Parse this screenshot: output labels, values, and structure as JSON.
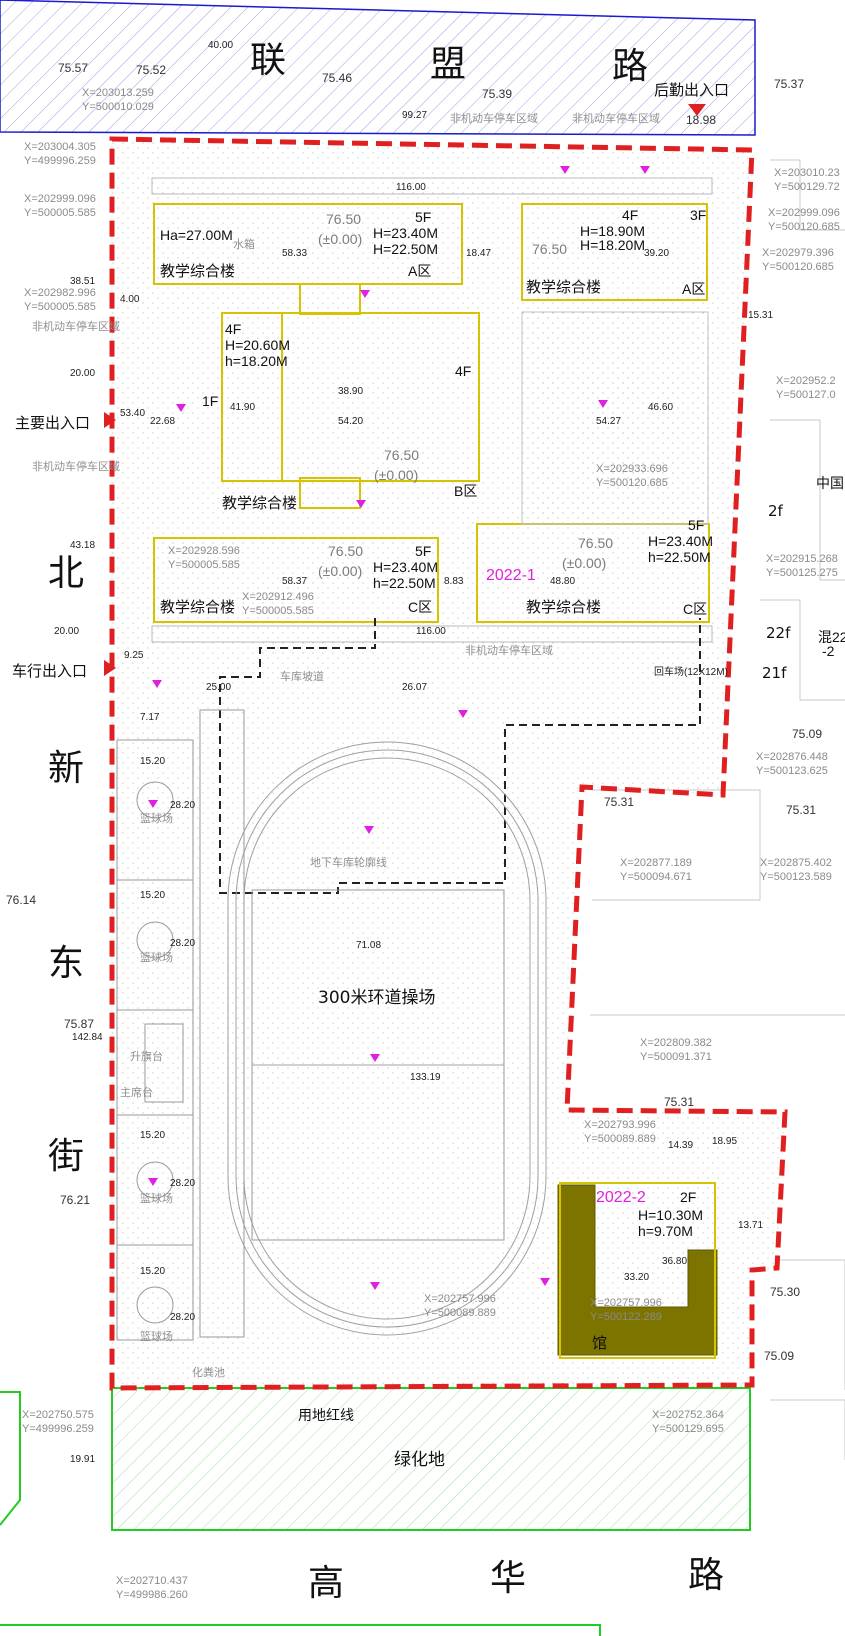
{
  "roads": {
    "north": [
      "联",
      "盟",
      "路"
    ],
    "west": [
      "北",
      "新",
      "东",
      "街"
    ],
    "south": [
      "高",
      "华",
      "路"
    ]
  },
  "entrances": {
    "service": "后勤出入口",
    "main": "主要出入口",
    "vehicle": "车行出入口"
  },
  "buildings": {
    "a_west": {
      "name": "教学综合楼",
      "zone": "A区",
      "floors": "5F",
      "ha": "Ha=27.00M",
      "H": "H=23.40M",
      "h": "H=22.50M",
      "elev": "76.50",
      "zero": "(±0.00)"
    },
    "a_east": {
      "name": "教学综合楼",
      "zone": "A区",
      "floors": "4F",
      "floors2": "3F",
      "H": "H=18.90M",
      "h": "H=18.20M",
      "elev": "76.50"
    },
    "b_west": {
      "name": "教学综合楼",
      "floors": "4F",
      "floors2": "1F",
      "H": "H=20.60M",
      "h": "h=18.20M"
    },
    "b": {
      "zone": "B区",
      "floors": "4F",
      "elev": "76.50",
      "zero": "(±0.00)"
    },
    "c_west": {
      "name": "教学综合楼",
      "zone": "C区",
      "floors": "5F",
      "H": "H=23.40M",
      "h": "h=22.50M",
      "elev": "76.50",
      "zero": "(±0.00)"
    },
    "c_east": {
      "name": "教学综合楼",
      "zone": "C区",
      "floors": "5F",
      "H": "H=23.40M",
      "h": "h=22.50M",
      "elev": "76.50",
      "zero": "(±0.00)",
      "phase": "2022-1"
    },
    "gym": {
      "phase": "2022-2",
      "floors": "2F",
      "H": "H=10.30M",
      "h": "h=9.70M",
      "part": "馆"
    }
  },
  "facilities": {
    "track": "300米环道操场",
    "courts": [
      "篮球场",
      "篮球场",
      "篮球场",
      "篮球场"
    ],
    "court_w": [
      "15.20",
      "15.20",
      "15.20",
      "15.20"
    ],
    "court_h": [
      "28.20",
      "28.20",
      "28.20",
      "28.20"
    ],
    "green": "绿化地",
    "red_line": "用地红线",
    "garage_line": "地下车库轮廓线",
    "flag": "升旗台",
    "stage": "主席台",
    "septic": "化粪池",
    "bike_parking": "非机动车停车区域",
    "water": "水箱",
    "ramp": "车库坡道",
    "bike_yard": "回车场(12X12M)"
  },
  "dimensions": {
    "track_w": "71.08",
    "track_h": "133.19",
    "site_h": "142.84",
    "north_w": "116.00",
    "south_w": "116.00",
    "gap_n": "99.27",
    "w1": "54.20",
    "h1": "41.90",
    "h2": "38.90",
    "w2": "54.27",
    "h3": "46.60",
    "w3": "58.33",
    "w4": "58.37",
    "w5": "48.80",
    "gym_w": "33.20",
    "gym_h": "36.80",
    "d1": "53.40",
    "d2": "22.68",
    "d3": "38.51",
    "d4": "43.18",
    "d5": "26.07",
    "d6": "18.47",
    "d7": "39.20",
    "d8": "15.31",
    "d9": "20.00",
    "d10": "40.00",
    "d11": "19.91",
    "d12": "20.00",
    "d13": "13.71",
    "d14": "18.95",
    "d15": "14.39",
    "d16": "8.83",
    "d17": "9.25",
    "d18": "25.00",
    "d19": "7.17",
    "d20": "4.00"
  },
  "elevations": [
    "75.57",
    "75.52",
    "75.46",
    "75.39",
    "75.37",
    "75.31",
    "75.31",
    "75.09",
    "75.31",
    "75.30",
    "75.09",
    "75.87",
    "76.21",
    "76.14",
    "18.98"
  ],
  "coordinates": [
    "X=203013.259",
    "Y=500010.029",
    "X=203004.305",
    "Y=499996.259",
    "X=202999.096",
    "Y=500005.585",
    "X=202982.996",
    "Y=500005.585",
    "X=202933.696",
    "Y=500120.685",
    "X=202928.596",
    "Y=500005.585",
    "X=202912.496",
    "Y=500005.585",
    "X=202877.189",
    "Y=500094.671",
    "X=202875.402",
    "Y=500123.589",
    "X=202876.448",
    "Y=500123.625",
    "X=202809.382",
    "Y=500091.371",
    "X=202793.996",
    "Y=500089.889",
    "X=202757.996",
    "Y=500089.889",
    "X=202757.996",
    "Y=500122.289",
    "X=202750.575",
    "Y=499996.259",
    "X=202752.364",
    "Y=500129.695",
    "X=202710.437",
    "Y=499986.260",
    "X=203010.23",
    "Y=500129.72",
    "X=202999.096",
    "Y=500120.685",
    "X=202979.396",
    "Y=500120.685",
    "X=202952.2",
    "Y=500127.0",
    "X=202915.268",
    "Y=500125.275"
  ],
  "neighbors": [
    "2f",
    "22f",
    "21f",
    "混22",
    "-2",
    "中国"
  ],
  "colors": {
    "red_line": "#e02020",
    "blue_road": "#1a1ad0",
    "building": "#d6c400",
    "green": "#22cc22",
    "magenta": "#e020e0",
    "olive": "#7d7400"
  }
}
